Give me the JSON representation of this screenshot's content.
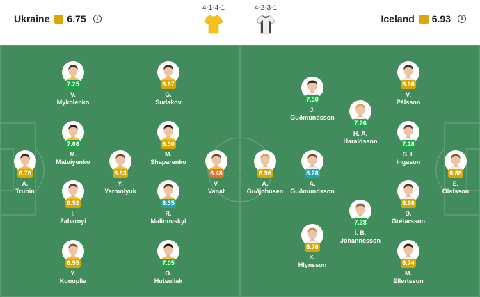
{
  "home": {
    "name": "Ukraine",
    "rating": "6.75",
    "formation": "4-1-4-1",
    "kit_color": "#f6c21a"
  },
  "away": {
    "name": "Iceland",
    "rating": "6.93",
    "formation": "4-2-3-1",
    "kit_color": "#efefef"
  },
  "colors": {
    "pitch": "#418b5c",
    "lines": "#6aa47e",
    "team_rating": "#d9a800"
  },
  "rating_colors": {
    "green": "#1ea447",
    "yellow": "#d9a800",
    "orange": "#e0731b",
    "teal": "#21a3b1"
  },
  "players": [
    {
      "id": "trubin",
      "initial": "A.",
      "surname": "Trubin",
      "rating": "6.76",
      "rating_color": "yellow",
      "hair": "#3a2a1e",
      "team": "home"
    },
    {
      "id": "mykolenko",
      "initial": "V.",
      "surname": "Mykolenko",
      "rating": "7.25",
      "rating_color": "green",
      "hair": "#4a3526",
      "team": "home"
    },
    {
      "id": "matviyenko",
      "initial": "M.",
      "surname": "Matviyenko",
      "rating": "7.08",
      "rating_color": "green",
      "hair": "#2c1f16",
      "team": "home"
    },
    {
      "id": "zabarnyi",
      "initial": "I.",
      "surname": "Zabarnyi",
      "rating": "6.52",
      "rating_color": "yellow",
      "hair": "#5a3e2a",
      "team": "home"
    },
    {
      "id": "konoplia",
      "initial": "Y.",
      "surname": "Konoplia",
      "rating": "6.55",
      "rating_color": "yellow",
      "hair": "#7a5a3a",
      "team": "home"
    },
    {
      "id": "yarmolyuk",
      "initial": "Y.",
      "surname": "Yarmolyuk",
      "rating": "6.83",
      "rating_color": "yellow",
      "hair": "#6b4a32",
      "team": "home"
    },
    {
      "id": "sudakov",
      "initial": "G.",
      "surname": "Sudakov",
      "rating": "6.67",
      "rating_color": "yellow",
      "hair": "#3b2a1f",
      "team": "home"
    },
    {
      "id": "shaparenko",
      "initial": "M.",
      "surname": "Shaparenko",
      "rating": "6.50",
      "rating_color": "yellow",
      "hair": "#2a1d14",
      "team": "home"
    },
    {
      "id": "malinovskyi",
      "initial": "R.",
      "surname": "Malinovskyi",
      "rating": "8.35",
      "rating_color": "teal",
      "hair": "#4d3a2a",
      "team": "home"
    },
    {
      "id": "hutsuliak",
      "initial": "O.",
      "surname": "Hutsuliak",
      "rating": "7.05",
      "rating_color": "green",
      "hair": "#1e1610",
      "team": "home"
    },
    {
      "id": "vanat",
      "initial": "V.",
      "surname": "Vanat",
      "rating": "6.48",
      "rating_color": "orange",
      "hair": "#6a4a2e",
      "team": "home"
    },
    {
      "id": "gudjohnsen",
      "initial": "A.",
      "surname": "Guðjohnsen",
      "rating": "6.96",
      "rating_color": "yellow",
      "hair": "#c9a46a",
      "team": "away"
    },
    {
      "id": "a-gudmundsson",
      "initial": "A.",
      "surname": "Guðmundsson",
      "rating": "8.28",
      "rating_color": "teal",
      "hair": "#6b4a30",
      "team": "away"
    },
    {
      "id": "j-gudmundsson",
      "initial": "J.",
      "surname": "Guðmundsson",
      "rating": "7.50",
      "rating_color": "green",
      "hair": "#3a2a1e",
      "team": "away"
    },
    {
      "id": "hlynsson",
      "initial": "K.",
      "surname": "Hlynsson",
      "rating": "6.76",
      "rating_color": "yellow",
      "hair": "#c98a55",
      "team": "away"
    },
    {
      "id": "haraldsson",
      "initial": "H. A.",
      "surname": "Haraldsson",
      "rating": "7.26",
      "rating_color": "green",
      "hair": "#d1a35f",
      "team": "away"
    },
    {
      "id": "johannesson",
      "initial": "Í. B.",
      "surname": "Jóhannesson",
      "rating": "7.38",
      "rating_color": "green",
      "hair": "#8a7050",
      "team": "away"
    },
    {
      "id": "palsson",
      "initial": "V.",
      "surname": "Pálsson",
      "rating": "6.98",
      "rating_color": "yellow",
      "hair": "#3a2c22",
      "team": "away"
    },
    {
      "id": "ingason",
      "initial": "S. I.",
      "surname": "Ingason",
      "rating": "7.18",
      "rating_color": "green",
      "hair": "#5a4230",
      "team": "away"
    },
    {
      "id": "gretarsson",
      "initial": "D.",
      "surname": "Grétarsson",
      "rating": "6.98",
      "rating_color": "yellow",
      "hair": "#4a382a",
      "team": "away"
    },
    {
      "id": "ellertsson",
      "initial": "M.",
      "surname": "Ellertsson",
      "rating": "6.74",
      "rating_color": "yellow",
      "hair": "#2e2218",
      "team": "away"
    },
    {
      "id": "olafsson",
      "initial": "E.",
      "surname": "Ólafsson",
      "rating": "6.88",
      "rating_color": "yellow",
      "hair": "#7a5a3c",
      "team": "away"
    }
  ]
}
